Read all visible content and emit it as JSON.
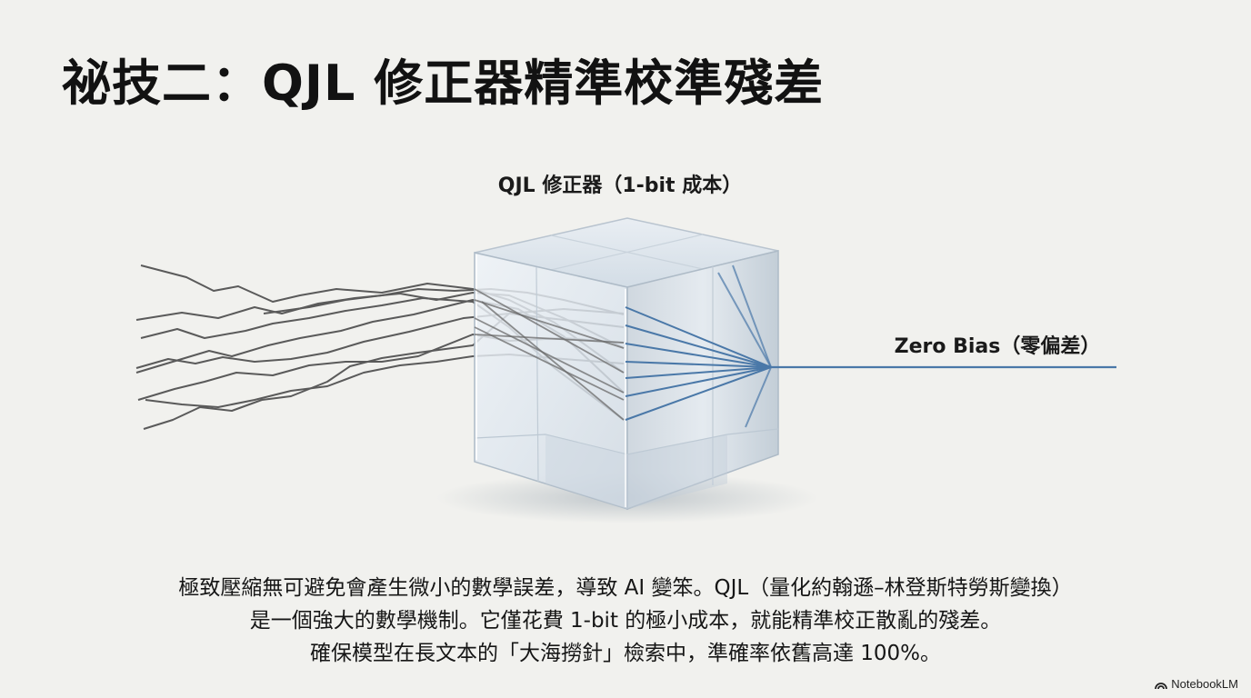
{
  "title": "祕技二：QJL 修正器精準校準殘差",
  "diagram": {
    "cube_label": "QJL 修正器（1-bit 成本）",
    "output_label": "Zero Bias（零偏差）",
    "colors": {
      "noisy_lines": "#555555",
      "corrected_lines": "#4a78a8",
      "background": "#f1f1ee"
    }
  },
  "caption": {
    "lines": [
      "極致壓縮無可避免會產生微小的數學誤差，導致 AI 變笨。QJL（量化約翰遜–林登斯特勞斯變換）",
      "是一個強大的數學機制。它僅花費 1-bit 的極小成本，就能精準校正散亂的殘差。",
      "確保模型在長文本的「大海撈針」檢索中，準確率依舊高達 100%。"
    ]
  },
  "watermark": {
    "text": "NotebookLM",
    "icon": "notebooklm-logo-icon"
  }
}
